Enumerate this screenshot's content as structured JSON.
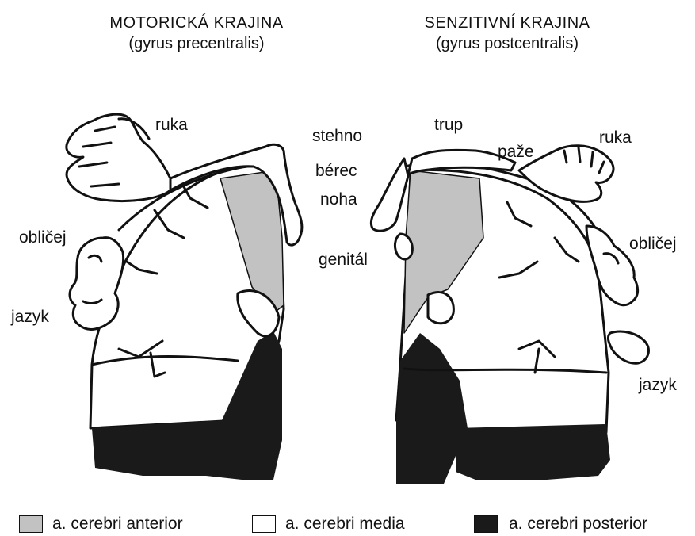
{
  "headings": {
    "left_title": "MOTORICKÁ KRAJINA",
    "left_subtitle": "(gyrus precentralis)",
    "right_title": "SENZITIVNÍ KRAJINA",
    "right_subtitle": "(gyrus postcentralis)"
  },
  "left_labels": {
    "hand": "ruka",
    "thigh": "stehno",
    "shin": "bérec",
    "foot": "noha",
    "face": "obličej",
    "tongue": "jazyk"
  },
  "right_labels": {
    "trunk": "trup",
    "arm": "paže",
    "hand": "ruka",
    "genital": "genitál",
    "face": "obličej",
    "tongue": "jazyk"
  },
  "legend": [
    {
      "label": "a. cerebri anterior",
      "color": "#c2c2c2"
    },
    {
      "label": "a. cerebri media",
      "color": "#ffffff"
    },
    {
      "label": "a. cerebri posterior",
      "color": "#1a1a1a"
    }
  ]
}
